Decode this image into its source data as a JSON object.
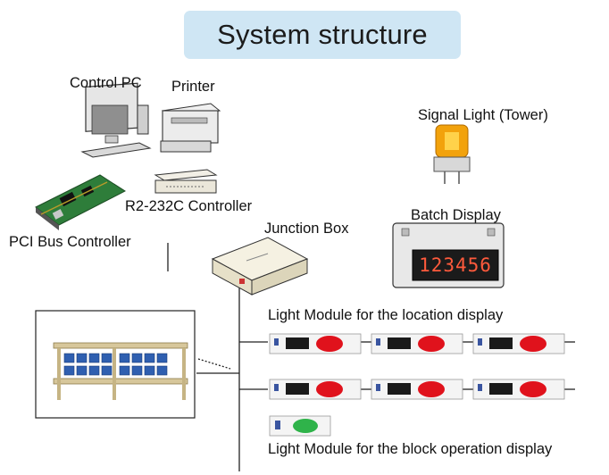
{
  "title": "System structure",
  "labels": {
    "control_pc": "Control PC",
    "printer": "Printer",
    "signal_light": "Signal Light (Tower)",
    "rs232_controller": "R2-232C Controller",
    "batch_display": "Batch Display",
    "pci_bus_controller": "PCI Bus Controller",
    "junction_box": "Junction Box",
    "light_module_location": "Light Module for the location display",
    "light_module_block": "Light Module for the block operation display"
  },
  "batch_display_value": "123456",
  "colors": {
    "title_bg": "#cfe6f4",
    "module_button_red": "#e0121c",
    "module_button_green": "#2fb34a",
    "segment_red": "#ff5a3c",
    "bin_blue": "#2f5fb0",
    "signal_amber": "#f2a20c"
  }
}
